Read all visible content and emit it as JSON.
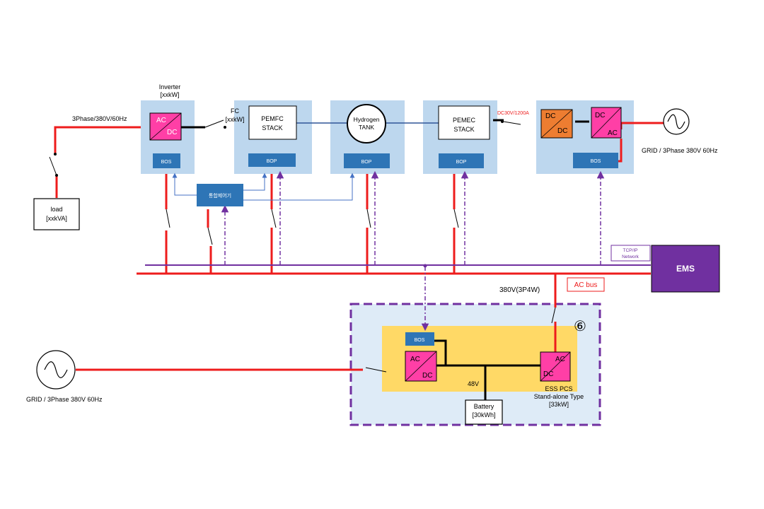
{
  "labels": {
    "inverter_title": "Inverter",
    "inverter_rating": "[xxkW]",
    "phase_left": "3Phase/380V/60Hz",
    "fc_label": "FC",
    "fc_rating": "[xxkW]",
    "pemfc_line1": "PEMFC",
    "pemfc_line2": "STACK",
    "h2_line1": "Hydrogen",
    "h2_line2": "TANK",
    "pemec_line1": "PEMEC",
    "pemec_line2": "STACK",
    "dc_rating": "DC30V/1200A",
    "grid_right": "GRID / 3Phase 380V 60Hz",
    "grid_bottom": "GRID / 3Phase 380V 60Hz",
    "load_line1": "load",
    "load_line2": "[xxkVA]",
    "integrated_controller": "통합제어기",
    "tcp_line1": "TCP/IP",
    "tcp_line2": "Network",
    "ems": "EMS",
    "voltage_bus": "380V(3P4W)",
    "ac_bus": "AC bus",
    "circle_number": "⑥",
    "volt_48": "48V",
    "battery_line1": "Battery",
    "battery_line2": "[30kWh]",
    "ess_line1": "ESS PCS",
    "ess_line2": "Stand-alone Type",
    "ess_line3": "[33kW]",
    "bos": "BOS",
    "bop": "BOP",
    "ac": "AC",
    "dc": "DC"
  },
  "colors": {
    "power_line": "#ee1c1c",
    "network_line": "#7030a0",
    "module_bg": "#bdd7ee",
    "unit_blue": "#2e75b6",
    "converter_pink": "#ff3fa6",
    "converter_orange": "#ed7d31",
    "ess_yellow": "#ffd966",
    "ess_bg": "#deebf7",
    "ems_purple": "#7030a0"
  }
}
